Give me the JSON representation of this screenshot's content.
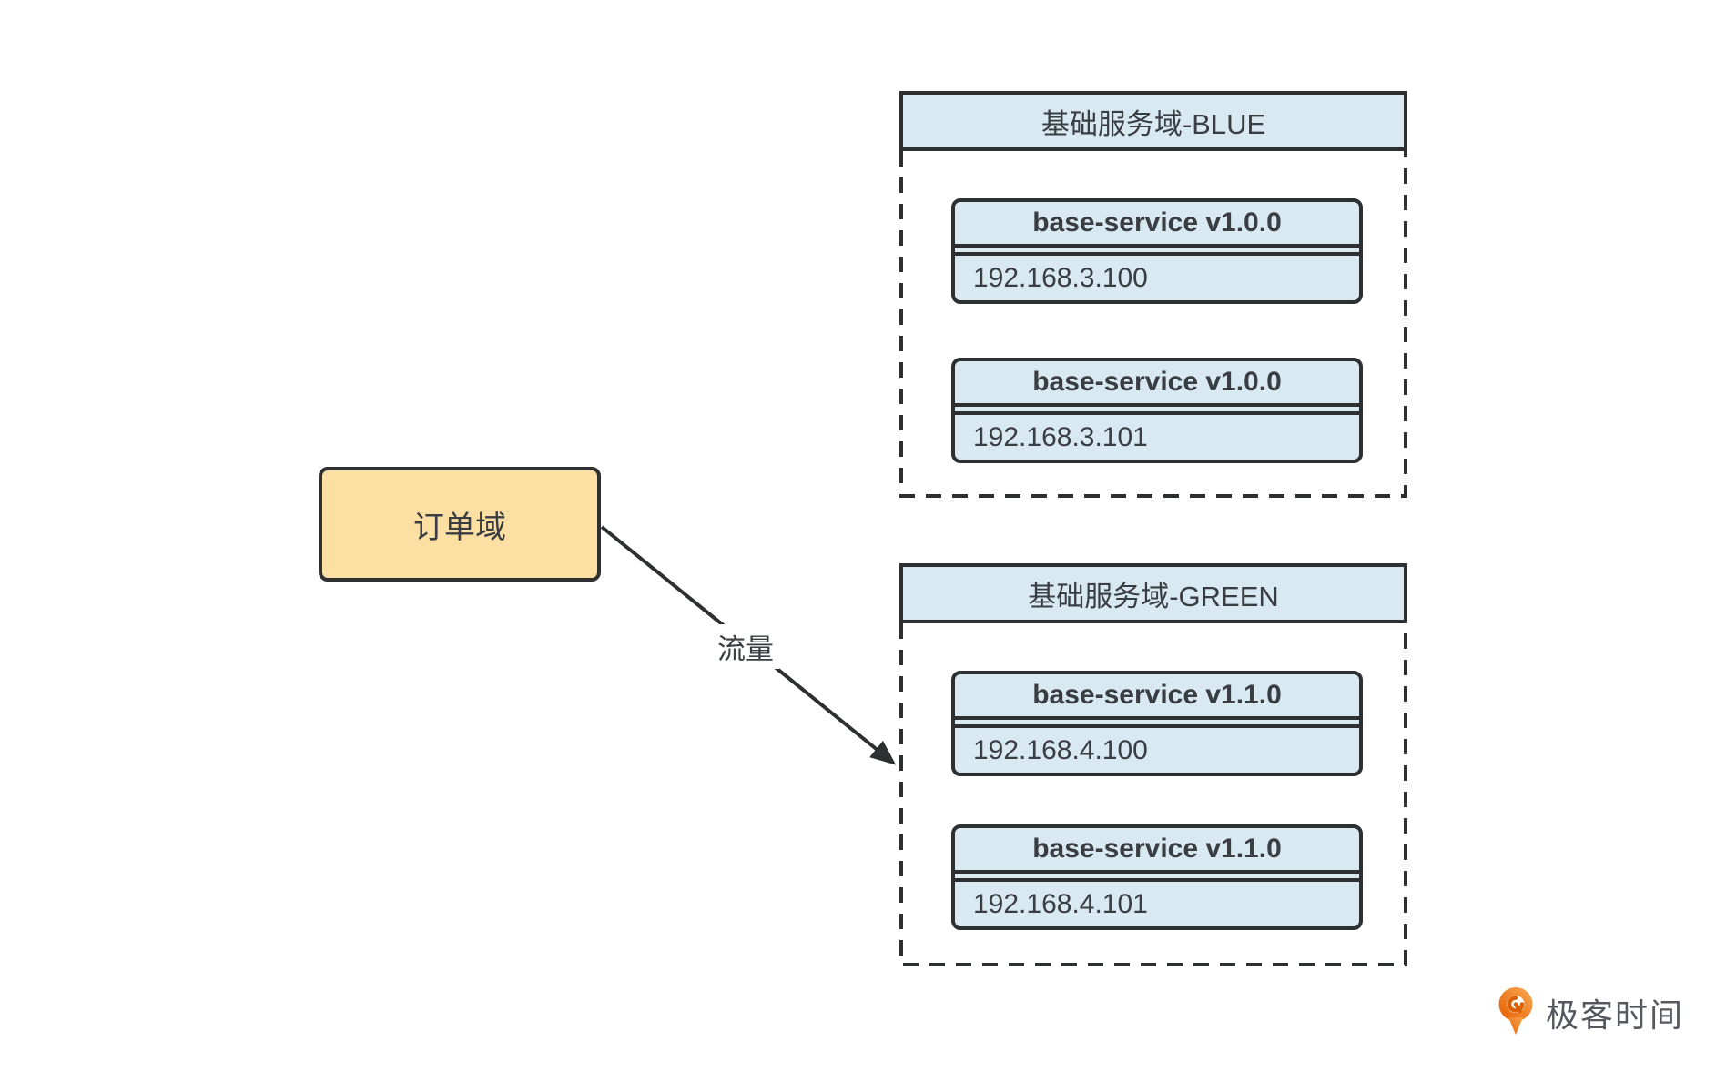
{
  "colors": {
    "node_fill_blue": "#D8E9F2",
    "node_fill_orange": "#FBDFA3",
    "stroke_dark": "#2E2F31",
    "text_dark": "#3A3D42",
    "logo_orange": "#F0831E",
    "logo_text_gray": "#55585E"
  },
  "order_domain": {
    "label": "订单域"
  },
  "traffic_arrow": {
    "label": "流量"
  },
  "domains": [
    {
      "name": "blue",
      "title": "基础服务域-BLUE",
      "services": [
        {
          "name": "base-service v1.0.0",
          "ip": "192.168.3.100"
        },
        {
          "name": "base-service v1.0.0",
          "ip": "192.168.3.101"
        }
      ]
    },
    {
      "name": "green",
      "title": "基础服务域-GREEN",
      "services": [
        {
          "name": "base-service v1.1.0",
          "ip": "192.168.4.100"
        },
        {
          "name": "base-service v1.1.0",
          "ip": "192.168.4.101"
        }
      ]
    }
  ],
  "branding": {
    "logo_text": "极客时间"
  }
}
